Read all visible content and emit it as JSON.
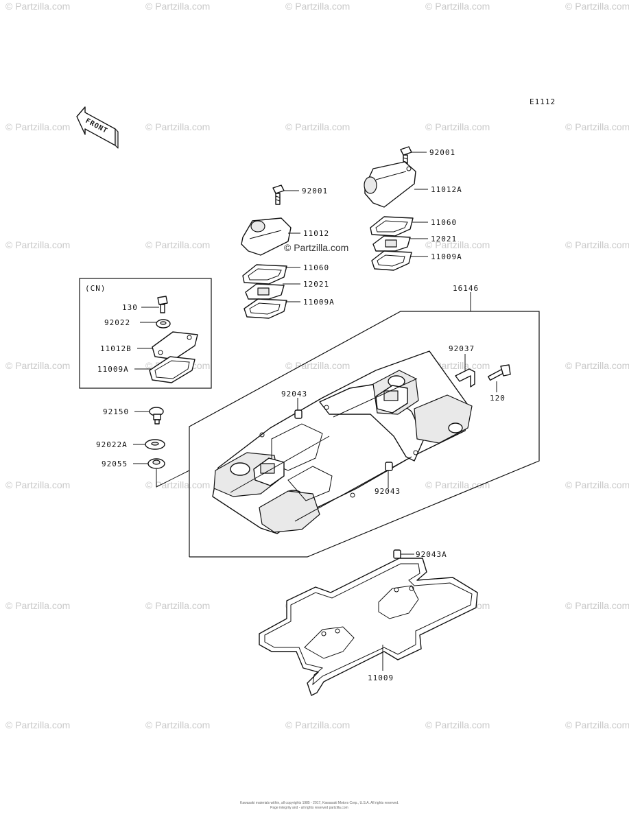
{
  "diagram_code": "E1112",
  "front_label": "FRONT",
  "inset_box": {
    "title": "(CN)",
    "parts": [
      "130",
      "92022",
      "11012B",
      "11009A"
    ]
  },
  "parts": {
    "p92001_right": "92001",
    "p11012A": "11012A",
    "p11060_right": "11060",
    "p12021_right": "12021",
    "p11009A_right": "11009A",
    "p92001_left": "92001",
    "p11012": "11012",
    "p11060_left": "11060",
    "p12021_left": "12021",
    "p11009A_left": "11009A",
    "p16146": "16146",
    "p92037": "92037",
    "p120": "120",
    "p92043_top": "92043",
    "p92043_bottom": "92043",
    "p92150": "92150",
    "p92022A": "92022A",
    "p92055": "92055",
    "p92043A": "92043A",
    "p11009": "11009"
  },
  "watermark": "© Partzilla.com",
  "center_watermark": "© Partzilla.com",
  "copyright_line1": "Kawasaki materials within, all copyrights 1985 - 2017, Kawasaki Motors Corp., U.S.A. All rights reserved.",
  "copyright_line2": "Page integrity and - all rights reserved partzilla.com"
}
